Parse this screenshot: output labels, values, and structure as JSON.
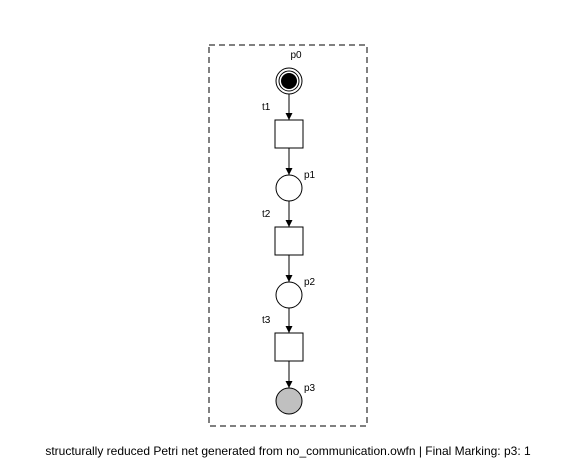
{
  "net": {
    "places": [
      {
        "id": "p0",
        "label": "p0",
        "tokens": 1,
        "kind": "initial"
      },
      {
        "id": "p1",
        "label": "p1",
        "tokens": 0,
        "kind": "normal"
      },
      {
        "id": "p2",
        "label": "p2",
        "tokens": 0,
        "kind": "normal"
      },
      {
        "id": "p3",
        "label": "p3",
        "tokens": 0,
        "kind": "final"
      }
    ],
    "transitions": [
      {
        "id": "t1",
        "label": "t1"
      },
      {
        "id": "t2",
        "label": "t2"
      },
      {
        "id": "t3",
        "label": "t3"
      }
    ],
    "arcs": [
      [
        "p0",
        "t1"
      ],
      [
        "t1",
        "p1"
      ],
      [
        "p1",
        "t2"
      ],
      [
        "t2",
        "p2"
      ],
      [
        "p2",
        "t3"
      ],
      [
        "t3",
        "p3"
      ]
    ]
  },
  "colors": {
    "final_place_fill": "#c0c0c0",
    "token": "#000000",
    "stroke": "#000000"
  },
  "caption": "structurally reduced Petri net generated from no_communication.owfn | Final Marking: p3: 1"
}
